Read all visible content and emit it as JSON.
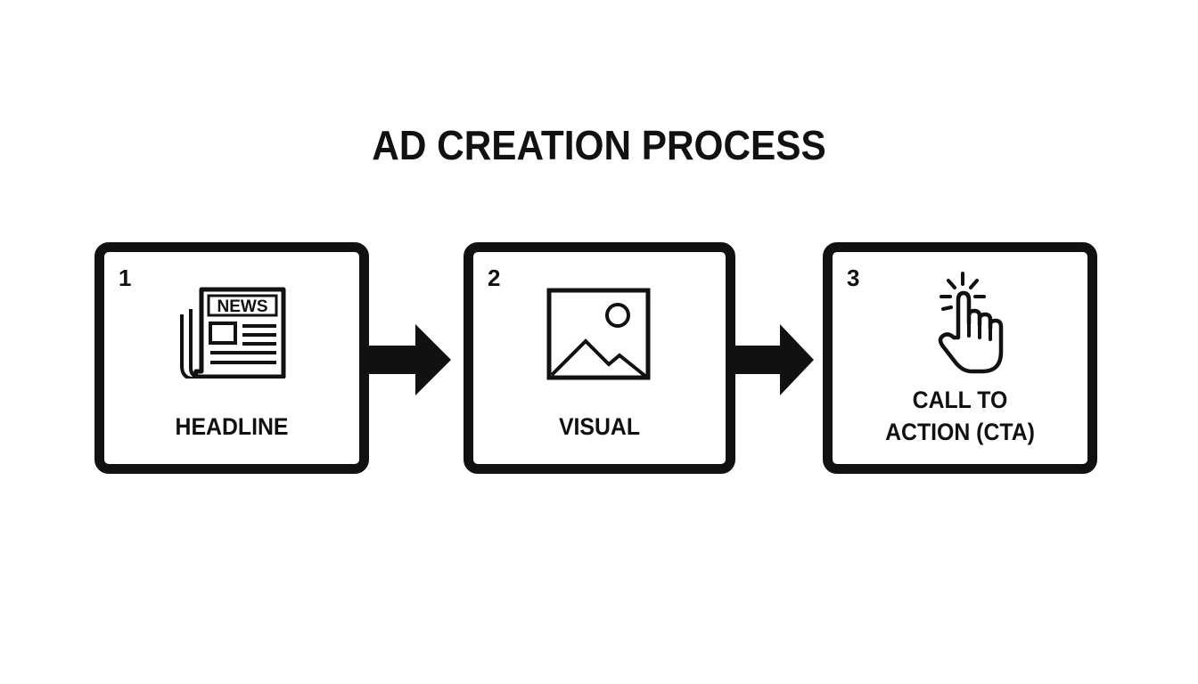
{
  "diagram": {
    "title": "AD CREATION PROCESS",
    "steps": [
      {
        "number": "1",
        "icon": "newspaper-icon",
        "icon_text": "NEWS",
        "label_lines": [
          "HEADLINE"
        ]
      },
      {
        "number": "2",
        "icon": "image-icon",
        "label_lines": [
          "VISUAL"
        ]
      },
      {
        "number": "3",
        "icon": "hand-click-icon",
        "label_lines": [
          "CALL TO",
          "ACTION (CTA)"
        ]
      }
    ],
    "connectors": [
      "arrow-right-icon",
      "arrow-right-icon"
    ],
    "colors": {
      "ink": "#111111",
      "background": "#ffffff"
    }
  }
}
